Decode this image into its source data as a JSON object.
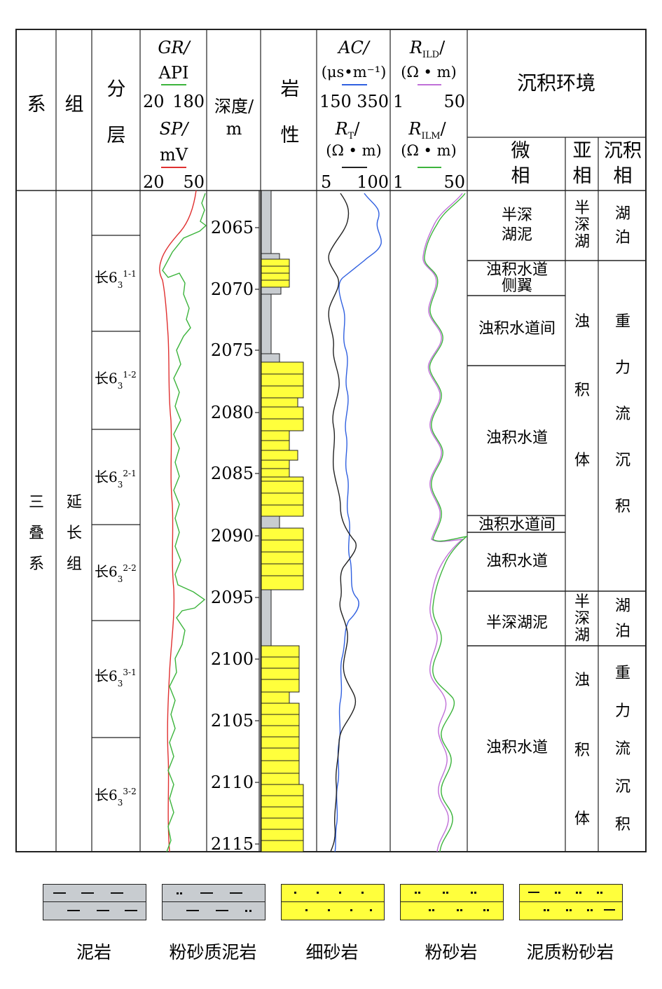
{
  "headers": {
    "xi": "系",
    "zu": "组",
    "fenceng": [
      "分",
      "层"
    ],
    "gr_name": "GR/",
    "gr_unit": "API",
    "gr_range": [
      "20",
      "180"
    ],
    "sp_name": "SP/",
    "sp_unit": "mV",
    "sp_range": [
      "20",
      "50"
    ],
    "depth": [
      "深度/",
      "m"
    ],
    "lithology": [
      "岩",
      "性"
    ],
    "ac_name": "AC/",
    "ac_unit": "(μs•m⁻¹)",
    "ac_range": [
      "150",
      "350"
    ],
    "rt_name": "R",
    "rt_sub": "T",
    "rt_slash": "/",
    "rt_unit": "(Ω • m)",
    "rt_range": [
      "5",
      "100"
    ],
    "rild_name": "R",
    "rild_sub": "ILD",
    "rild_slash": "/",
    "rild_unit": "(Ω • m)",
    "rild_range": [
      "1",
      "50"
    ],
    "rilm_name": "R",
    "rilm_sub": "ILM",
    "rilm_slash": "/",
    "rilm_unit": "(Ω • m)",
    "rilm_range": [
      "1",
      "50"
    ],
    "env": "沉积环境",
    "microfacies": [
      "微",
      "相"
    ],
    "subfacies": [
      "亚",
      "相"
    ],
    "facies": [
      "沉积",
      "相"
    ]
  },
  "colors": {
    "gr": "#3cb43c",
    "sp": "#e03030",
    "ac": "#3060e0",
    "rt": "#222222",
    "rild": "#c070d8",
    "rilm": "#3cb43c",
    "sand": "#ffff3c",
    "mud": "#c8ccd0"
  },
  "system": [
    "三",
    "叠",
    "系"
  ],
  "formation": [
    "延",
    "长",
    "组"
  ],
  "layers": [
    {
      "prefix": "长6",
      "sub": "3",
      "sup": "1-1"
    },
    {
      "prefix": "长6",
      "sub": "3",
      "sup": "1-2"
    },
    {
      "prefix": "长6",
      "sub": "3",
      "sup": "2-1"
    },
    {
      "prefix": "长6",
      "sub": "3",
      "sup": "2-2"
    },
    {
      "prefix": "长6",
      "sub": "3",
      "sup": "3-1"
    },
    {
      "prefix": "长6",
      "sub": "3",
      "sup": "3-2"
    }
  ],
  "depth_ticks": [
    "2065",
    "2070",
    "2075",
    "2080",
    "2085",
    "2090",
    "2095",
    "2100",
    "2105",
    "2110",
    "2115"
  ],
  "microfacies": [
    {
      "lines": [
        "半深",
        "湖泥"
      ]
    },
    {
      "lines": [
        "浊积水道",
        "侧翼"
      ]
    },
    {
      "lines": [
        "浊积水道间"
      ]
    },
    {
      "lines": [
        "浊积水道"
      ]
    },
    {
      "lines": [
        "浊积水道间"
      ]
    },
    {
      "lines": [
        "浊积水道"
      ]
    },
    {
      "lines": [
        "半深湖泥"
      ]
    },
    {
      "lines": [
        "浊积水道"
      ]
    }
  ],
  "subfacies": [
    {
      "chars": [
        "半",
        "深",
        "湖"
      ]
    },
    {
      "chars": [
        "浊",
        "积",
        "体"
      ]
    },
    {
      "chars": [
        "半",
        "深",
        "湖"
      ]
    },
    {
      "chars": [
        "浊",
        "积",
        "体"
      ]
    }
  ],
  "facies": [
    {
      "chars": [
        "湖",
        "泊"
      ]
    },
    {
      "chars": [
        "重",
        "力",
        "流",
        "沉",
        "积"
      ]
    },
    {
      "chars": [
        "湖",
        "泊"
      ]
    },
    {
      "chars": [
        "重",
        "力",
        "流",
        "沉",
        "积"
      ]
    }
  ],
  "legend": [
    {
      "label": "泥岩",
      "type": "mud"
    },
    {
      "label": "粉砂质泥岩",
      "type": "silty_mud"
    },
    {
      "label": "细砂岩",
      "type": "fine_sand"
    },
    {
      "label": "粉砂岩",
      "type": "siltstone"
    },
    {
      "label": "泥质粉砂岩",
      "type": "muddy_silt"
    }
  ]
}
